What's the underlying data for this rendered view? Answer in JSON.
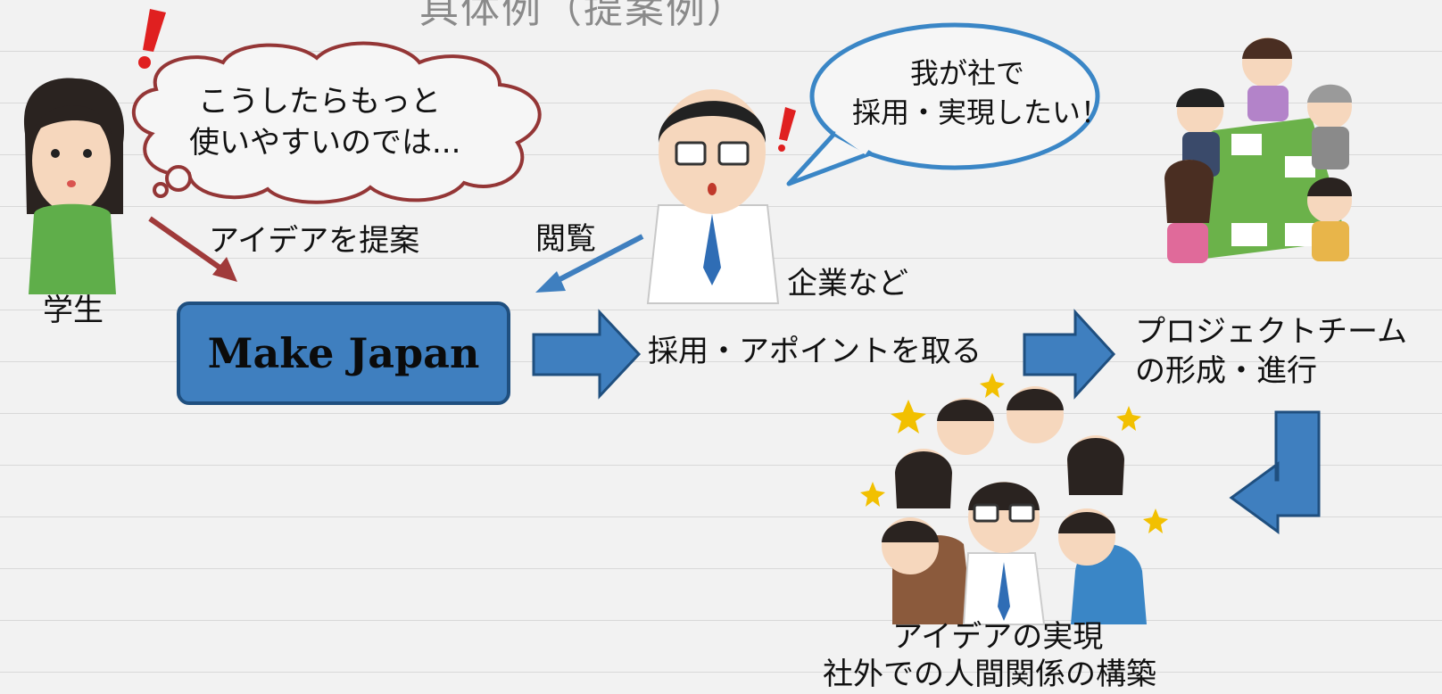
{
  "title": "具体例（提案例）",
  "student": {
    "thought": [
      "こうしたらもっと",
      "使いやすいのでは..."
    ],
    "label": "学生",
    "action": "アイデアを提案"
  },
  "company": {
    "speech": [
      "我が社で",
      "採用・実現したい！"
    ],
    "browse": "閲覧",
    "label": "企業など"
  },
  "platform": {
    "name": "Make Japan"
  },
  "flow": {
    "step1": "採用・アポイントを取る",
    "step2": [
      "プロジェクトチーム",
      "の形成・進行"
    ],
    "result": [
      "アイデアの実現",
      "社外での人間関係の構築"
    ]
  },
  "colors": {
    "arrow_blue": "#3f7fbf",
    "arrow_red": "#a03a3a",
    "bubble_blue": "#3a86c6"
  }
}
